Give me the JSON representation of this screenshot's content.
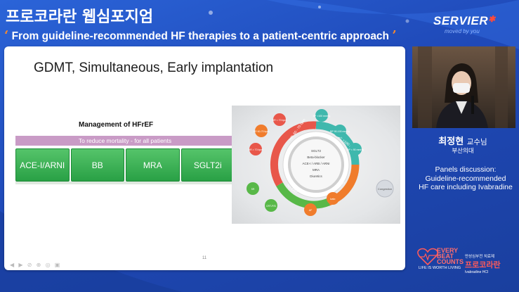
{
  "header": {
    "title": "프로코라란 웹심포지엄",
    "subtitle": "From guideline-recommended HF therapies to a patient-centric approach",
    "quote_open": "‘",
    "quote_close": "’"
  },
  "brand": {
    "name": "SERVIER",
    "tagline": "moved by you"
  },
  "slide": {
    "title": "GDMT, Simultaneous, Early implantation",
    "hfref_title": "Management of HFrEF",
    "mortality_label": "To reduce mortality - for all patients",
    "drugs": [
      "ACE-I/ARNI",
      "BB",
      "MRA",
      "SGLT2i"
    ],
    "page_number": "11",
    "controls": "◀ ▶ ⊘ ⊕ ◎ ▣",
    "diagram": {
      "center_lines": [
        "SGLT2",
        "Beta-blocker",
        "ACE-I / ARB / ARNI",
        "MRA",
        "Diuretics"
      ],
      "ring_labels": [
        "HR: 60 - 70 bpm",
        "BP: >100 mmHg",
        "No AF",
        "No CRT",
        "Congestion"
      ],
      "satellites": [
        "HR < 70 bpm",
        "HR 60-70 bpm",
        "HR > 70 bpm",
        "BP >100 mmHg",
        "BP 90-100 mmHg",
        "BP < 90 mmHg",
        "Congestion",
        "Ivabr.",
        "AF",
        "CRT-P/D",
        "SR"
      ]
    }
  },
  "speaker": {
    "name": "최정현",
    "honorific": "교수님",
    "affiliation": "부산의대"
  },
  "panel": {
    "line1": "Panels discussion:",
    "line2": "Guideline-recommended",
    "line3": "HF care including Ivabradine"
  },
  "logos": {
    "every_beat_line1": "EVERY",
    "every_beat_line2": "BEAT",
    "every_beat_line3": "COUNTS",
    "every_beat_tag": "LIFE IS WORTH LIVING",
    "pro_line1": "만성심부전 치료제",
    "pro_name": "프로코라란",
    "pro_line3": "Ivabradine HCl"
  },
  "colors": {
    "background": "#2258c8",
    "accent_orange": "#ff8a2a",
    "drug_green": "#3bb455",
    "mortality_purple": "#c99bc6"
  }
}
